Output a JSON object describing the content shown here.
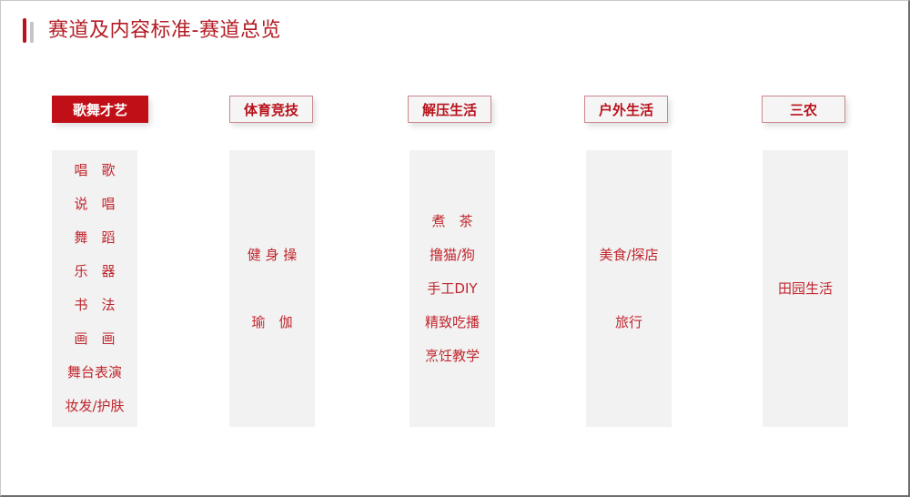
{
  "title": "赛道及内容标准-赛道总览",
  "colors": {
    "brand_red": "#c00f17",
    "text_red": "#c0262d",
    "column_bg": "#f2f2f2",
    "accent_gray": "#c6c6c6"
  },
  "columns": [
    {
      "header": "歌舞才艺",
      "active": true,
      "items": [
        "唱　歌",
        "说　唱",
        "舞　蹈",
        "乐　器",
        "书　法",
        "画　画",
        "舞台表演",
        "妆发/护肤"
      ]
    },
    {
      "header": "体育竞技",
      "active": false,
      "items": [
        "健 身 操",
        "瑜　伽"
      ]
    },
    {
      "header": "解压生活",
      "active": false,
      "items": [
        "煮　茶",
        "撸猫/狗",
        "手工DIY",
        "精致吃播",
        "烹饪教学"
      ]
    },
    {
      "header": "户外生活",
      "active": false,
      "items": [
        "美食/探店",
        "旅行"
      ]
    },
    {
      "header": "三农",
      "active": false,
      "items": [
        "田园生活"
      ]
    }
  ]
}
